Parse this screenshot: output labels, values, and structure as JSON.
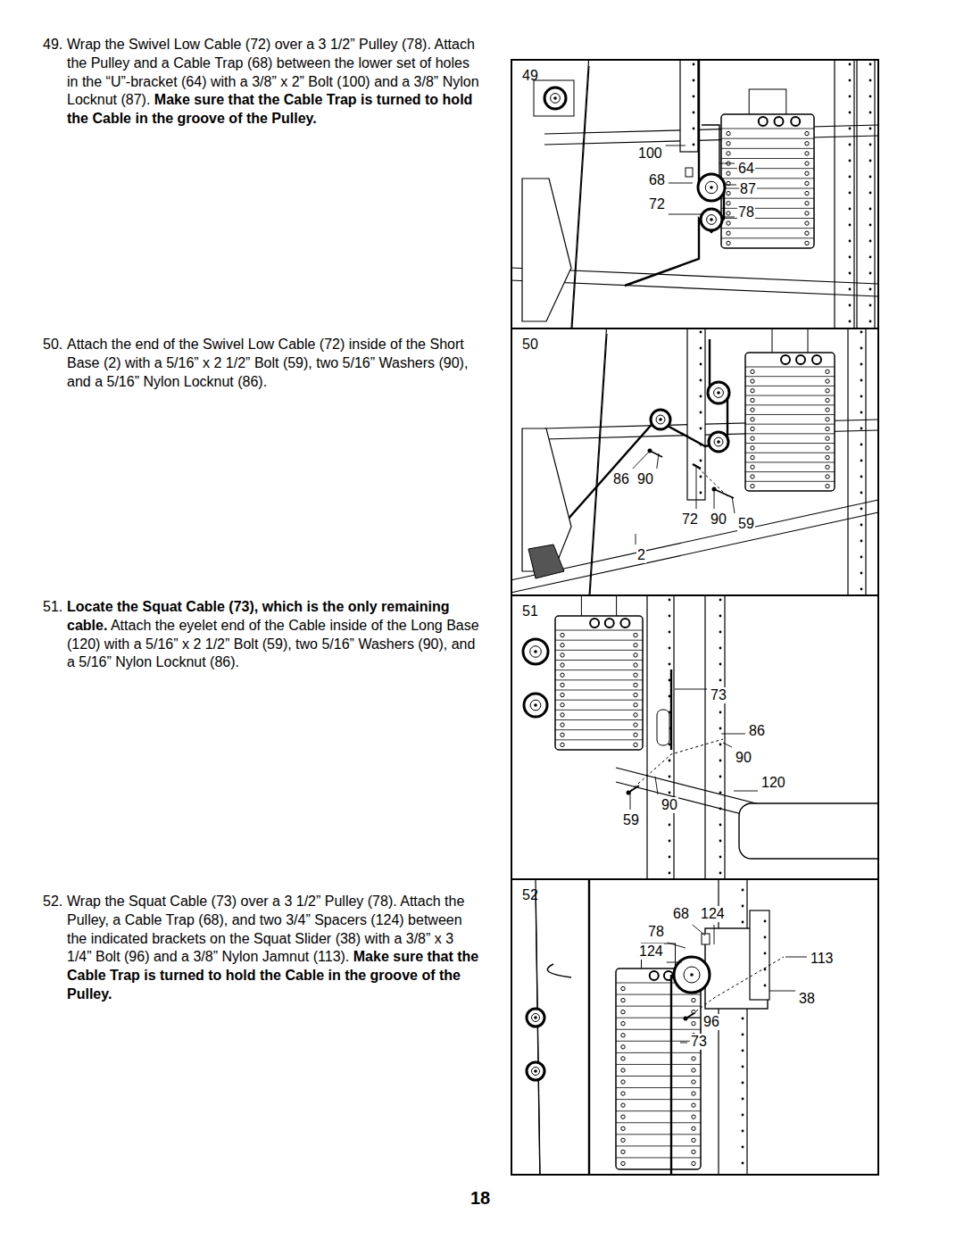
{
  "diagram": {
    "nodes": [
      {
        "text": [
          "49"
        ]
      },
      {
        "text": [
          "50"
        ]
      },
      {
        "text": [
          "51"
        ]
      },
      {
        "text": [
          "52"
        ]
      }
    ],
    "labels": [
      "49.",
      "Wrap the Swivel Low Cable (72) over a 3 1/2” Pulley (78). Attach the Pulley and a Cable Trap (68) between the lower set of holes in the “U”-bracket (64) with a 3/8” x 2” Bolt (100) and a 3/8” Nylon Locknut (87).",
      "Make sure that the Cable Trap is turned to hold the Cable in the groove of the Pulley.",
      "50.",
      "Attach the end of the Swivel Low Cable (72) inside of the Short Base (2) with a 5/16” x 2 1/2” Bolt (59), two 5/16” Washers (90), and a 5/16” Nylon Locknut (86).",
      "51.",
      "Locate the Squat Cable (73), which is the only remaining cable.",
      "Attach the eyelet end of the Cable inside of the Long Base (120) with a 5/16” x 2 1/2” Bolt (59), two 5/16” Washers (90), and a 5/16” Nylon Locknut (86).",
      "52.",
      "Wrap the Squat Cable (73) over a 3 1/2” Pulley (78). Attach the Pulley, a Cable Trap (68), and two 3/4” Spacers (124) between the indicated brackets on the Squat Slider (38) with a 3/8” x 3 1/4” Bolt (96) and a 3/8” Nylon Jamnut (113).",
      "Make sure that the Cable Trap is turned to hold the Cable in the groove of the Pulley.",
      "100",
      "68",
      "72",
      "64",
      "87",
      "78",
      "86",
      "90",
      "72",
      "90",
      "59",
      "2",
      "73",
      "86",
      "90",
      "120",
      "90",
      "59",
      "68",
      "124",
      "78",
      "124",
      "113",
      "38",
      "96",
      "73",
      "18"
    ]
  }
}
